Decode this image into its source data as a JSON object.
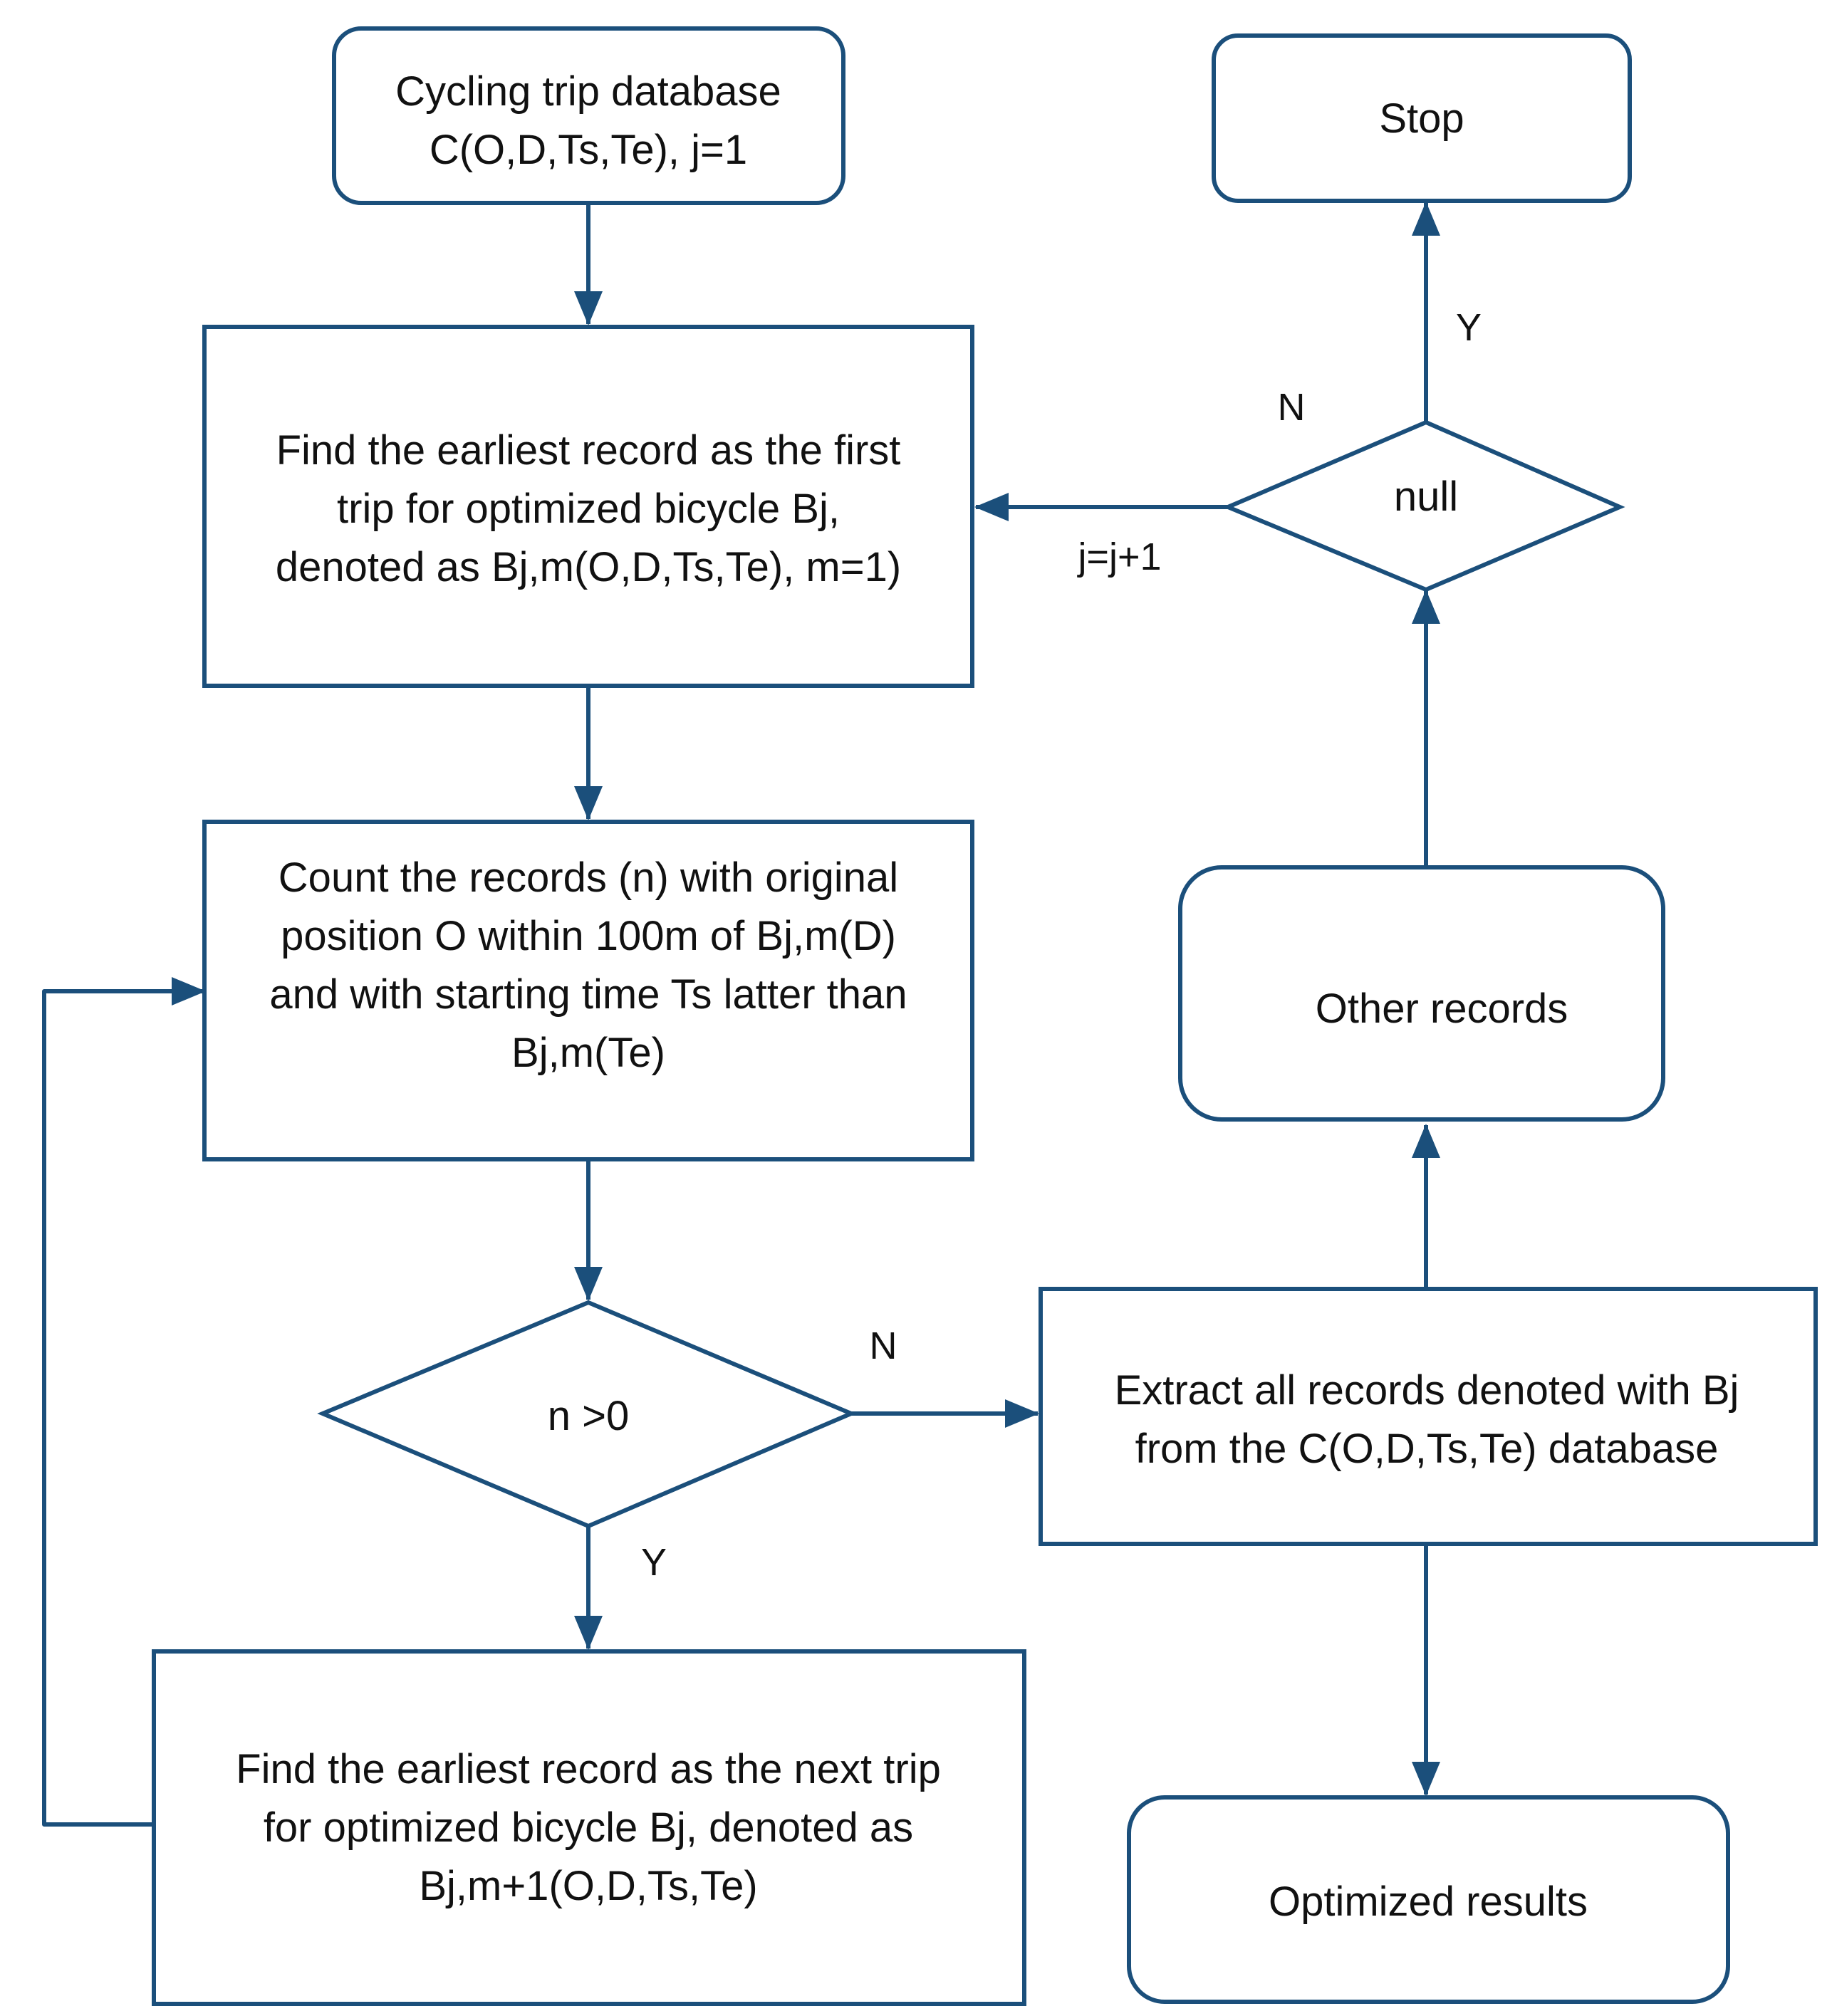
{
  "diagram": {
    "stroke_color": "#1b4f7b",
    "nodes": {
      "start": {
        "shape": "rounded-rectangle",
        "lines": [
          "Cycling trip database",
          "C(O,D,Ts,Te), j=1"
        ]
      },
      "find_first": {
        "shape": "rectangle",
        "lines": [
          "Find the earliest record as the first",
          "trip for optimized bicycle Bj,",
          "denoted as Bj,m(O,D,Ts,Te), m=1)"
        ]
      },
      "count": {
        "shape": "rectangle",
        "lines": [
          "Count the records (n) with original",
          "position O within 100m of Bj,m(D)",
          "and with starting time Ts latter than",
          "Bj,m(Te)"
        ]
      },
      "decision_n": {
        "shape": "diamond",
        "lines": [
          "n >0"
        ]
      },
      "find_next": {
        "shape": "rectangle",
        "lines": [
          "Find the earliest record as the next trip",
          "for optimized bicycle Bj, denoted as",
          "Bj,m+1(O,D,Ts,Te)"
        ]
      },
      "extract": {
        "shape": "rectangle",
        "lines": [
          "Extract all records denoted with Bj",
          "from the C(O,D,Ts,Te) database"
        ]
      },
      "other": {
        "shape": "rounded-rectangle",
        "lines": [
          "Other records"
        ]
      },
      "decision_null": {
        "shape": "diamond",
        "lines": [
          "null"
        ]
      },
      "stop": {
        "shape": "rounded-rectangle",
        "lines": [
          "Stop"
        ]
      },
      "results": {
        "shape": "rounded-rectangle",
        "lines": [
          "Optimized results"
        ]
      }
    },
    "edge_labels": {
      "n_no": "N",
      "n_yes": "Y",
      "null_yes": "Y",
      "null_no": "N",
      "increment": "j=j+1"
    }
  }
}
